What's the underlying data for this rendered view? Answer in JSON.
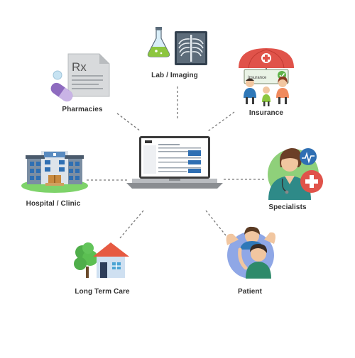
{
  "center": {
    "name": "laptop"
  },
  "nodes": {
    "lab_imaging": {
      "label": "Lab / Imaging"
    },
    "pharmacies": {
      "label": "Pharmacies",
      "rx_symbol": "Rx"
    },
    "insurance": {
      "label": "Insurance",
      "sign_text": "Insurance"
    },
    "hospital": {
      "label": "Hospital / Clinic"
    },
    "specialists": {
      "label": "Specialists"
    },
    "long_term_care": {
      "label": "Long Term Care"
    },
    "patient": {
      "label": "Patient"
    }
  },
  "colors": {
    "connector": "#777777",
    "label_text": "#333333",
    "accent_red": "#e0534a",
    "accent_blue": "#2f6fb3",
    "patient_circle": "#8fa7e6"
  }
}
